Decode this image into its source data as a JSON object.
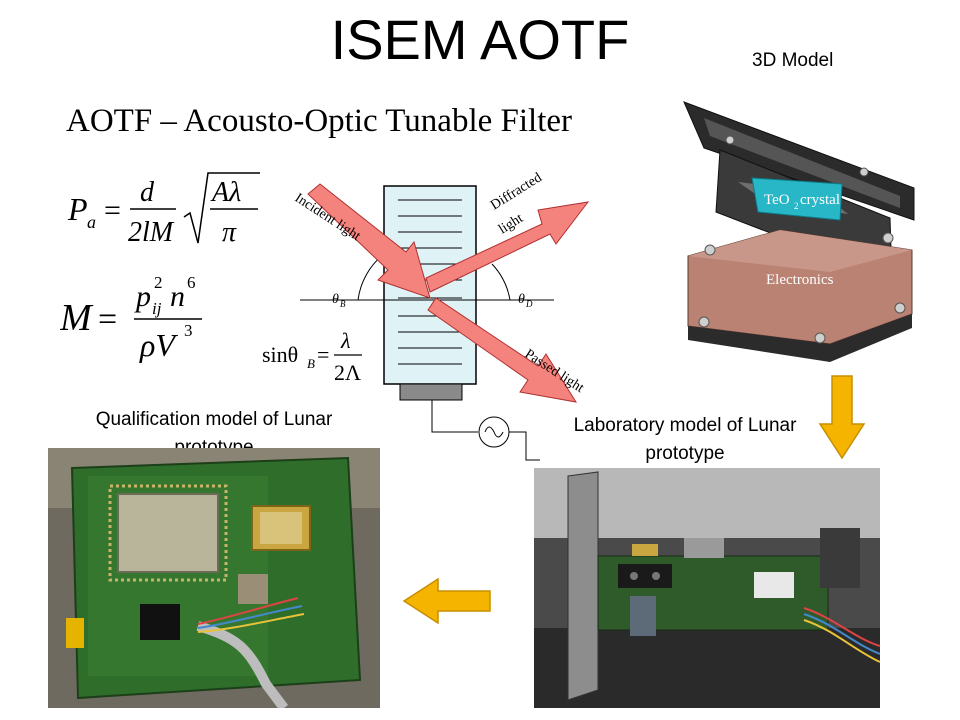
{
  "title": "ISEM AOTF",
  "subtitle": "AOTF – Acousto-Optic Tunable Filter",
  "model_label": "3D Model",
  "formulas": {
    "pa_lhs": "P",
    "pa_sub": "a",
    "pa_num": "d",
    "pa_den": "2lM",
    "pa_rad_num": "Aλ",
    "pa_rad_den": "π",
    "m_lhs": "M",
    "m_num": "p",
    "m_num_sub": "ij",
    "m_num_sup": "2",
    "m_num_n": "n",
    "m_num_n_sup": "6",
    "m_den": "ρV",
    "m_den_sup": "3",
    "sin_lhs": "sinθ",
    "sin_sub": "B",
    "sin_num": "λ",
    "sin_den": "2Λ"
  },
  "diagram": {
    "incident": "Incident light",
    "diffracted_1": "Diffracted",
    "diffracted_2": "light",
    "passed": "Passed light",
    "theta_b": "θ",
    "theta_b_sub": "B",
    "theta_d": "θ",
    "theta_d_sub": "D"
  },
  "model3d": {
    "crystal_label": "TeO",
    "crystal_sub": "2",
    "crystal_suffix": " crystal",
    "electronics_label": "Electronics"
  },
  "captions": {
    "qualification_1": "Qualification model of Lunar",
    "qualification_2": "prototype",
    "laboratory_1": "Laboratory model of Lunar",
    "laboratory_2": "prototype"
  },
  "colors": {
    "arrow_fill": "#f4837d",
    "arrow_stroke": "#b03030",
    "crystal_fill": "#dff3f7",
    "teo2": "#27b7c7",
    "electronics": "#b98272",
    "orange_arrow": "#f5b400",
    "pcb_green": "#2f6d2a"
  }
}
